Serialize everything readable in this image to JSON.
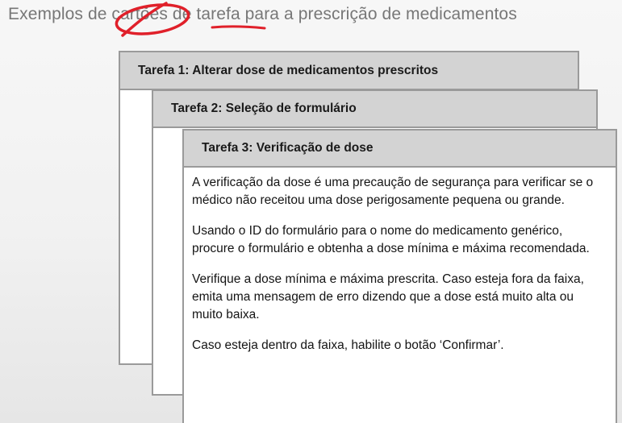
{
  "slide": {
    "title": "Exemplos de cartões de tarefa para a prescrição de medicamentos"
  },
  "cards": [
    {
      "title": "Tarefa 1: Alterar dose de medicamentos prescritos"
    },
    {
      "title": "Tarefa 2: Seleção de formulário"
    },
    {
      "title": "Tarefa 3: Verificação de dose",
      "paragraphs": [
        "A verificação da dose é uma precaução de segurança para verificar se o médico não receitou uma dose perigosamente pequena ou grande.",
        "Usando o ID do formulário para o nome do medicamento genérico, procure o formulário e obtenha a dose mínima e máxima recomendada.",
        "Verifique a dose mínima e máxima prescrita. Caso esteja fora da faixa, emita uma mensagem de erro dizendo que a dose está muito alta ou muito baixa.",
        "Caso esteja dentro da faixa, habilite o botão ‘Confirmar’."
      ]
    }
  ],
  "colors": {
    "annotation": "#e0202a",
    "title_text": "#777777",
    "card_header": "#d3d3d3",
    "card_border": "#9a9a9a"
  }
}
